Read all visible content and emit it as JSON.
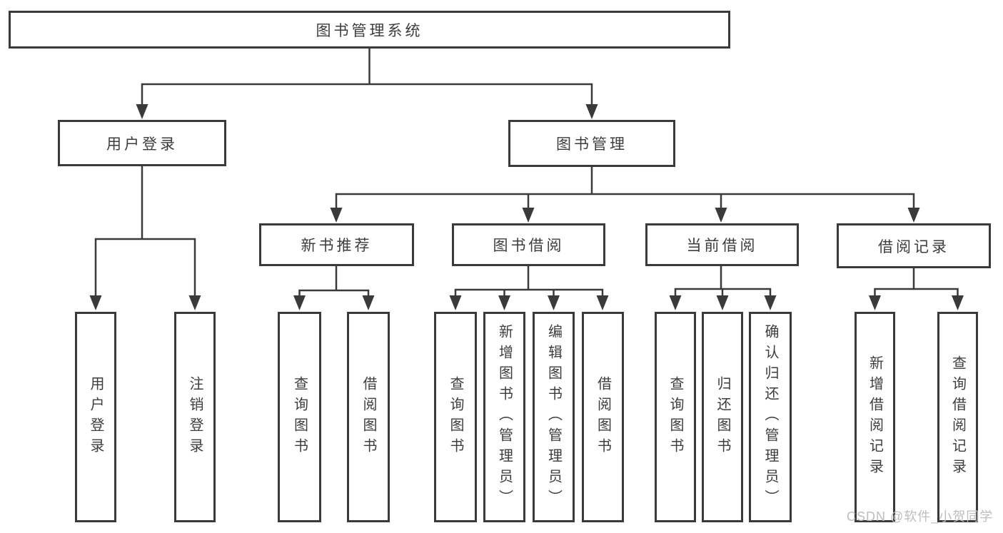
{
  "tree": {
    "label": "图书管理系统",
    "children": [
      {
        "label": "用户登录",
        "children": [
          {
            "label": "用户登录"
          },
          {
            "label": "注销登录"
          }
        ]
      },
      {
        "label": "图书管理",
        "children": [
          {
            "label": "新书推荐",
            "children": [
              {
                "label": "查询图书"
              },
              {
                "label": "借阅图书"
              }
            ]
          },
          {
            "label": "图书借阅",
            "children": [
              {
                "label": "查询图书"
              },
              {
                "label": "新增图书（管理员）"
              },
              {
                "label": "编辑图书（管理员）"
              },
              {
                "label": "借阅图书"
              }
            ]
          },
          {
            "label": "当前借阅",
            "children": [
              {
                "label": "查询图书"
              },
              {
                "label": "归还图书"
              },
              {
                "label": "确认归还（管理员）"
              }
            ]
          },
          {
            "label": "借阅记录",
            "children": [
              {
                "label": "新增借阅记录"
              },
              {
                "label": "查询借阅记录"
              }
            ]
          }
        ]
      }
    ]
  },
  "watermark": {
    "text": "CSDN @软件_小贺同学"
  },
  "colors": {
    "line": "#3a3a3a",
    "box_border": "#3a3a3a",
    "text": "#3d3d3d",
    "watermark": "#bdbdbd",
    "background": "#ffffff"
  }
}
